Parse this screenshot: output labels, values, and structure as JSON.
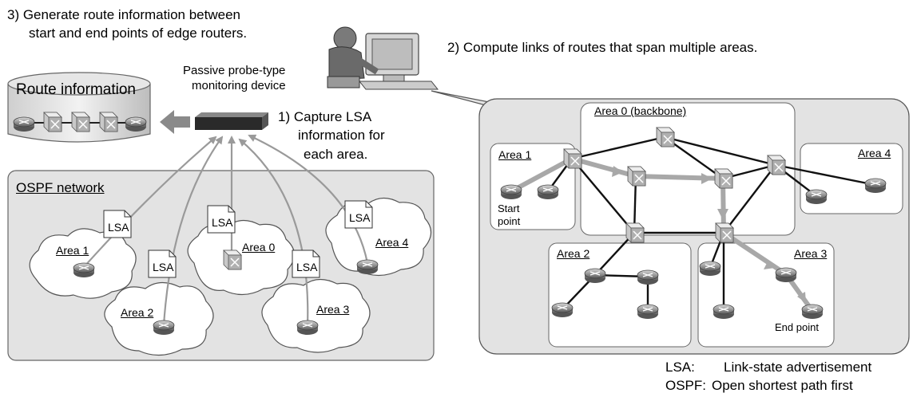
{
  "step3": {
    "line1": "3) Generate route information between",
    "line2": "start and end points of edge routers."
  },
  "step2": {
    "label": "2) Compute links of routes that span multiple areas."
  },
  "step1": {
    "line1": "1) Capture LSA",
    "line2": "information for",
    "line3": "each area."
  },
  "probe": {
    "line1": "Passive probe-type",
    "line2": "monitoring device"
  },
  "route_db": {
    "title": "Route information"
  },
  "ospf": {
    "title": "OSPF network",
    "areas": [
      "Area 1",
      "Area 0",
      "Area 4",
      "Area 2",
      "Area 3"
    ],
    "lsa_label": "LSA"
  },
  "detail": {
    "area0": "Area 0 (backbone)",
    "area1": "Area 1",
    "area4": "Area 4",
    "area2": "Area 2",
    "area3": "Area 3",
    "start_line1": "Start",
    "start_line2": "point",
    "end": "End point"
  },
  "legend": {
    "lsa_abbr": "LSA:",
    "lsa_def": "Link-state advertisement",
    "ospf_abbr": "OSPF:",
    "ospf_def": "Open shortest path first"
  },
  "colors": {
    "panel": "#e3e3e3",
    "route": "#a8a8a8",
    "link": "#111111",
    "router": "#808080"
  }
}
